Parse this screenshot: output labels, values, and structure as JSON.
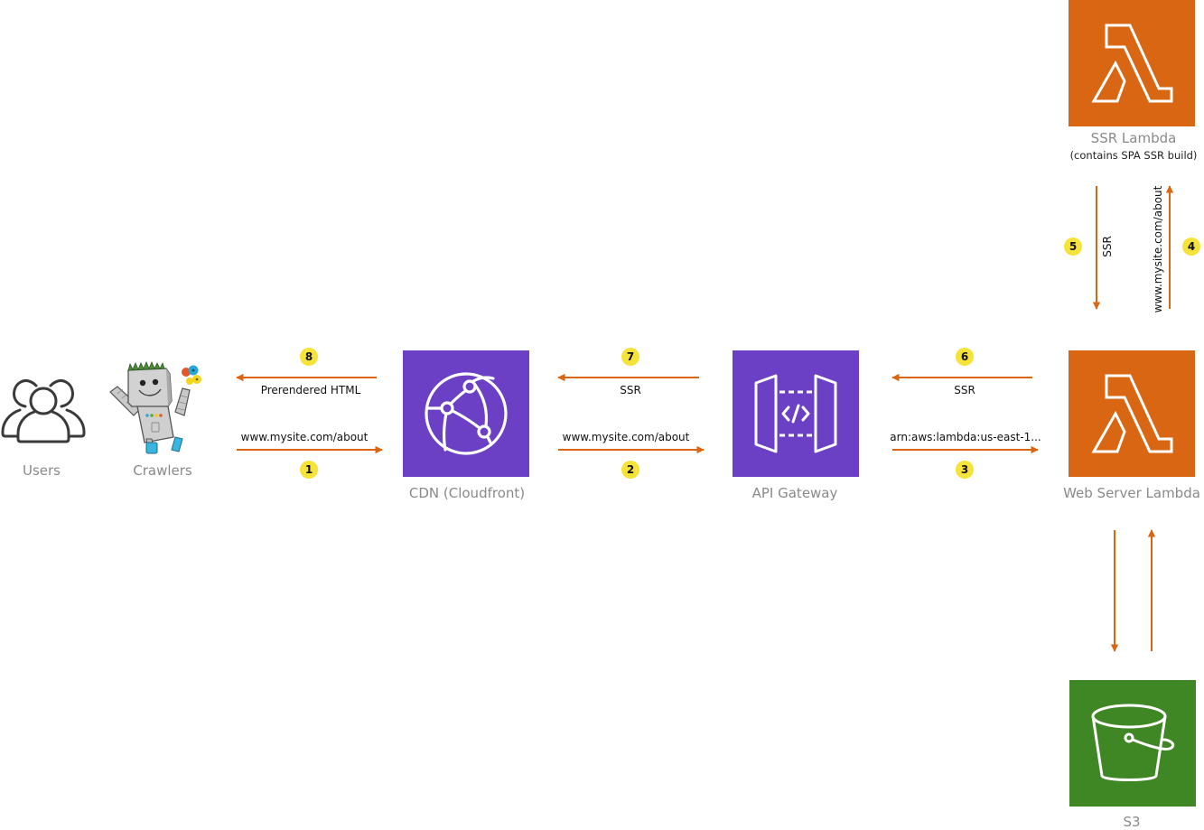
{
  "colors": {
    "arrow": "#D86613",
    "badge": "#F5E33A",
    "purple": "#6B40C4",
    "orange": "#D86613",
    "green": "#3F8624",
    "label_gray": "#8A8A8A"
  },
  "nodes": {
    "users": {
      "label": "Users",
      "icon": "users-icon"
    },
    "crawlers": {
      "label": "Crawlers",
      "icon": "robot-mascot-icon"
    },
    "cdn": {
      "label": "CDN (Cloudfront)",
      "icon": "cloudfront-icon"
    },
    "api_gateway": {
      "label": "API Gateway",
      "icon": "api-gateway-icon"
    },
    "web_lambda": {
      "label": "Web Server Lambda",
      "icon": "lambda-icon"
    },
    "ssr_lambda": {
      "label": "SSR Lambda",
      "sublabel": "(contains SPA SSR build)",
      "icon": "lambda-icon"
    },
    "s3": {
      "label": "S3",
      "icon": "s3-bucket-icon"
    }
  },
  "edges": [
    {
      "step": "1",
      "label": "www.mysite.com/about",
      "from": "crawlers",
      "to": "cdn"
    },
    {
      "step": "2",
      "label": "www.mysite.com/about",
      "from": "cdn",
      "to": "api_gateway"
    },
    {
      "step": "3",
      "label": "arn:aws:lambda:us-east-1...",
      "from": "api_gateway",
      "to": "web_lambda"
    },
    {
      "step": "4",
      "label": "www.mysite.com/about",
      "from": "web_lambda",
      "to": "ssr_lambda"
    },
    {
      "step": "5",
      "label": "SSR",
      "from": "ssr_lambda",
      "to": "web_lambda"
    },
    {
      "step": "6",
      "label": "SSR",
      "from": "web_lambda",
      "to": "api_gateway"
    },
    {
      "step": "7",
      "label": "SSR",
      "from": "api_gateway",
      "to": "cdn"
    },
    {
      "step": "8",
      "label": "Prerendered HTML",
      "from": "cdn",
      "to": "crawlers"
    }
  ]
}
